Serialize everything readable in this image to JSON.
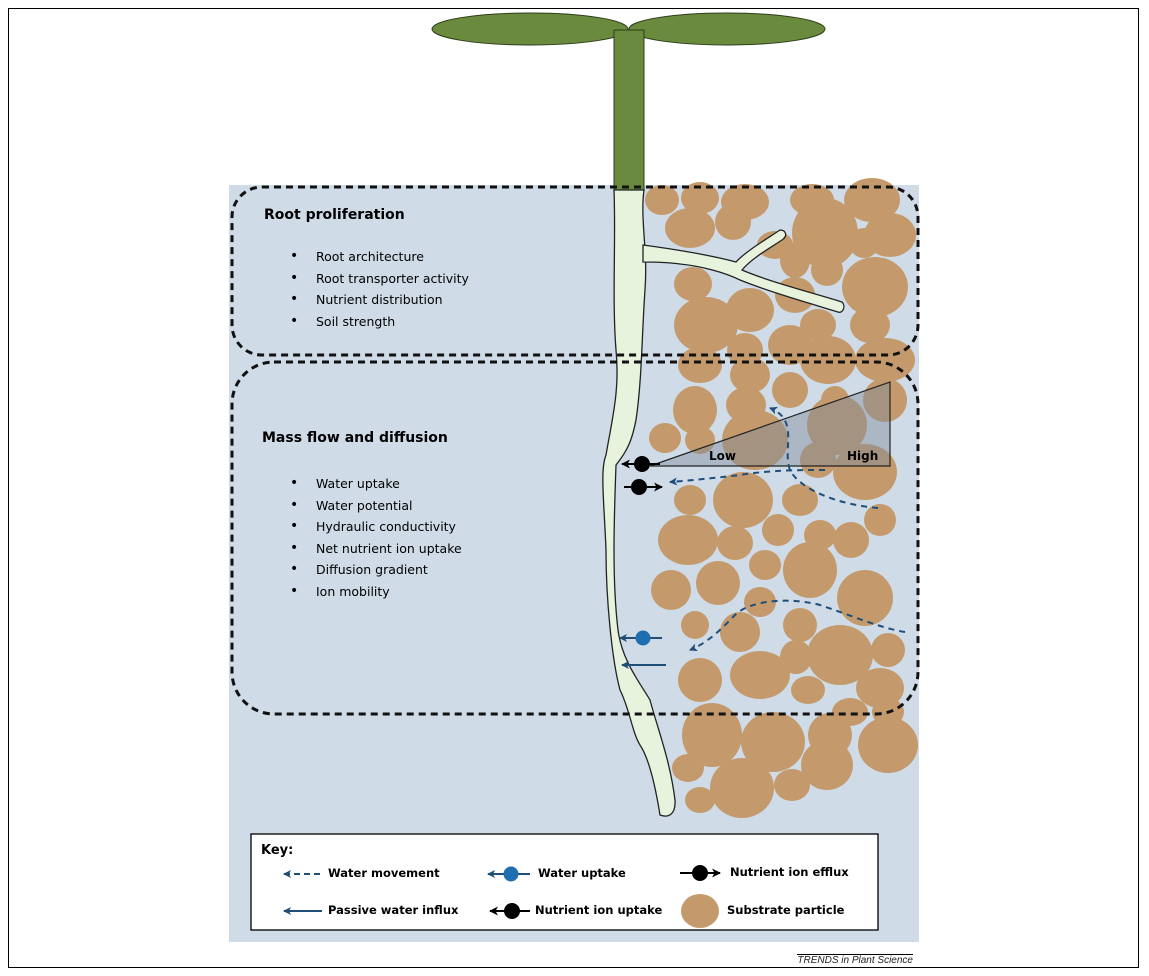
{
  "sections": {
    "proliferation": {
      "title": "Root proliferation",
      "items": [
        "Root architecture",
        "Root transporter activity",
        "Nutrient distribution",
        "Soil strength"
      ]
    },
    "massflow": {
      "title": "Mass flow and diffusion",
      "items": [
        "Water uptake",
        "Water potential",
        "Hydraulic conductivity",
        "Net nutrient ion uptake",
        "Diffusion gradient",
        "Ion mobility"
      ]
    }
  },
  "gradient": {
    "low": "Low",
    "high": "High"
  },
  "key": {
    "title": "Key:",
    "water_movement": "Water movement",
    "water_uptake": "Water uptake",
    "nutrient_ion_efflux": "Nutrient ion efflux",
    "passive_water_influx": "Passive water influx",
    "nutrient_ion_uptake": "Nutrient ion uptake",
    "substrate_particle": "Substrate particle"
  },
  "credit": "TRENDS in Plant Science",
  "colors": {
    "soil_background": "#cddaE6",
    "particle": "#c49a6c",
    "root": "#e6f2dc",
    "shoot": "#6a8a3e",
    "water_arrow": "#1f4e79",
    "ion": "#000000"
  }
}
